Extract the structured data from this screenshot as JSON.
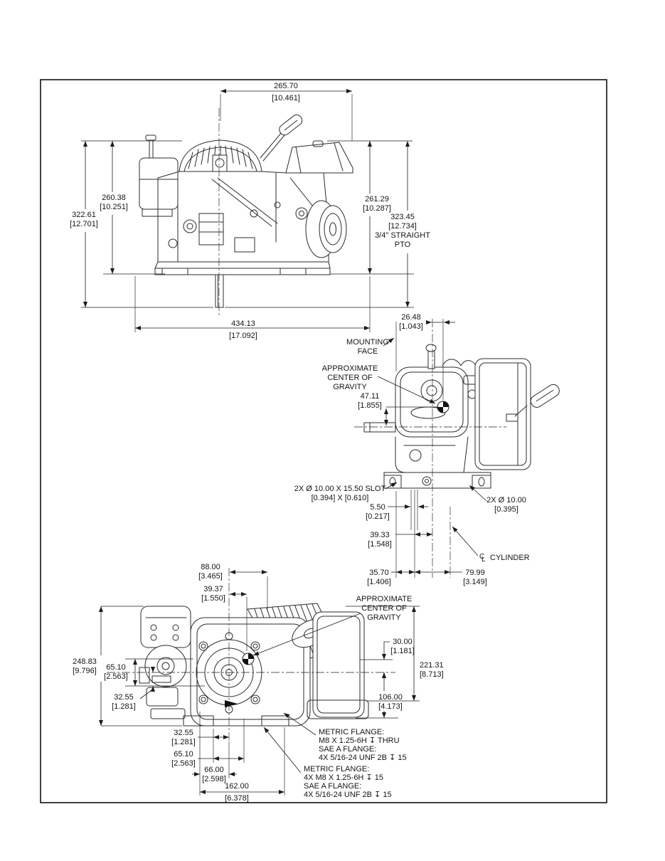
{
  "colors": {
    "ink": "#1c1c1c",
    "paper": "#ffffff"
  },
  "front_view": {
    "dim265": {
      "mm": "265.70",
      "in": "[10.461]"
    },
    "dim322": {
      "mm": "322.61",
      "in": "[12.701]"
    },
    "dim260": {
      "mm": "260.38",
      "in": "[10.251]"
    },
    "dim261": {
      "mm": "261.29",
      "in": "[10.287]"
    },
    "dim323": {
      "mm": "323.45",
      "in": "[12.734]",
      "note1": "3/4\" STRAIGHT",
      "note2": "PTO"
    },
    "dim434": {
      "mm": "434.13",
      "in": "[17.092]"
    }
  },
  "side_view": {
    "dim26": {
      "mm": "26.48",
      "in": "[1.043]"
    },
    "mounting_face": {
      "line1": "MOUNTING",
      "line2": "FACE"
    },
    "cg": {
      "line1": "APPROXIMATE",
      "line2": "CENTER OF",
      "line3": "GRAVITY"
    },
    "dim47": {
      "mm": "47.11",
      "in": "[1.855]"
    },
    "slot_note": {
      "line1": "2X Ø 10.00 X 15.50 SLOT",
      "line2": "[0.394] X [0.610]"
    },
    "hole_note": {
      "line1": "2X Ø 10.00",
      "line2": "[0.395]"
    },
    "dim5": {
      "mm": "5.50",
      "in": "[0.217]"
    },
    "dim39": {
      "mm": "39.33",
      "in": "[1.548]"
    },
    "cyl_cl": {
      "c": "C",
      "l": "L",
      "label": "CYLINDER"
    },
    "dim35": {
      "mm": "35.70",
      "in": "[1.406]"
    },
    "dim79": {
      "mm": "79.99",
      "in": "[3.149]"
    }
  },
  "bottom_view": {
    "dim88": {
      "mm": "88.00",
      "in": "[3.465]"
    },
    "dim39": {
      "mm": "39.37",
      "in": "[1.550]"
    },
    "cg": {
      "line1": "APPROXIMATE",
      "line2": "CENTER OF",
      "line3": "GRAVITY"
    },
    "dim248": {
      "mm": "248.83",
      "in": "[9.796]"
    },
    "dim65_left": {
      "mm": "65.10",
      "in": "[2.563]"
    },
    "dim32_left": {
      "mm": "32.55",
      "in": "[1.281]"
    },
    "dim30": {
      "mm": "30.00",
      "in": "[1.181]"
    },
    "dim221": {
      "mm": "221.31",
      "in": "[8.713]"
    },
    "dim106": {
      "mm": "106.00",
      "in": "[4.173]"
    },
    "dim32_bottom": {
      "mm": "32.55",
      "in": "[1.281]"
    },
    "dim65_bottom": {
      "mm": "65.10",
      "in": "[2.563]"
    },
    "dim66": {
      "mm": "66.00",
      "in": "[2.598]"
    },
    "dim162": {
      "mm": "162.00",
      "in": "[6.378]"
    },
    "flange_note_a": {
      "line1": "METRIC FLANGE:",
      "line2": "M8 X 1.25-6H ↧ THRU",
      "line3": "SAE A FLANGE:",
      "line4": "4X 5/16-24 UNF 2B ↧ 15"
    },
    "flange_note_b": {
      "line1": "METRIC FLANGE:",
      "line2": "4X M8 X 1.25-6H ↧ 15",
      "line3": "SAE A FLANGE:",
      "line4": "4X 5/16-24 UNF 2B ↧ 15"
    }
  }
}
